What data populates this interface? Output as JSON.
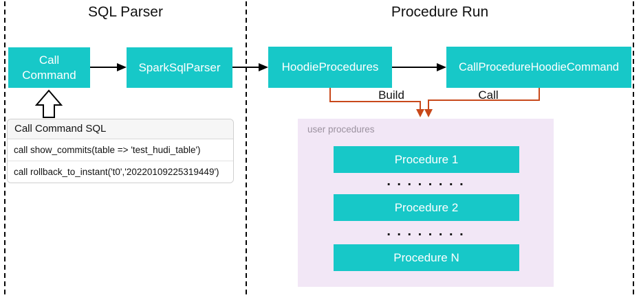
{
  "sections": {
    "sql_parser": {
      "title": "SQL Parser"
    },
    "procedure_run": {
      "title": "Procedure Run"
    }
  },
  "nodes": {
    "call_command": "Call Command",
    "spark_sql_parser": "SparkSqlParser",
    "hoodie_procedures": "HoodieProcedures",
    "call_procedure_hoodie_command": "CallProcedureHoodieCommand"
  },
  "edges": {
    "build_label": "Build",
    "call_label": "Call"
  },
  "sql_panel": {
    "header": "Call Command SQL",
    "rows": [
      "call show_commits(table => 'test_hudi_table')",
      "call rollback_to_instant('t0','20220109225319449')"
    ]
  },
  "user_procedures": {
    "label": "user procedures",
    "items": [
      "Procedure 1",
      "Procedure 2",
      "Procedure N"
    ],
    "ellipsis": ". . . . . . . ."
  },
  "colors": {
    "teal": "#17C8C8",
    "orange": "#C8481A",
    "panel_pink": "#F2E7F6",
    "muted_gray": "#9B919F"
  }
}
